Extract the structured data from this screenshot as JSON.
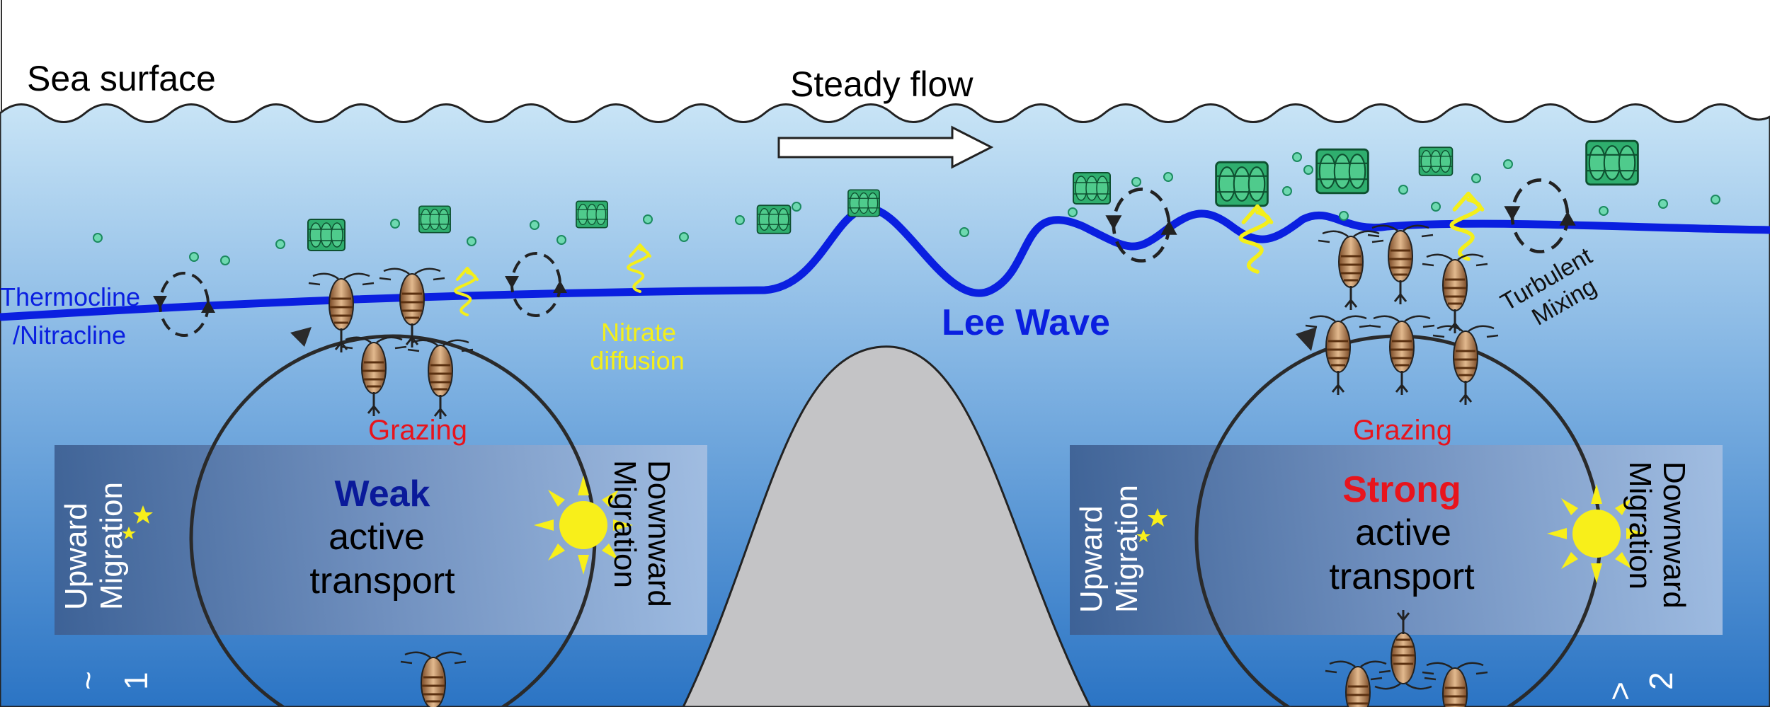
{
  "labels": {
    "sea_surface": "Sea surface",
    "steady_flow": "Steady flow",
    "thermocline_1": "Thermocline",
    "thermocline_2": "/Nitracline",
    "nitrate_1": "Nitrate",
    "nitrate_2": "diffusion",
    "lee_wave": "Lee Wave",
    "turbulent_1": "Turbulent",
    "turbulent_2": "Mixing"
  },
  "left_panel": {
    "grazing": "Grazing",
    "strength": "Weak",
    "line2": "active",
    "line3": "transport",
    "upward_1": "Upward",
    "upward_2": "Migration",
    "downward_1": "Downward",
    "downward_2": "Migration",
    "ratio_prefix": "~",
    "ratio_num": "1"
  },
  "right_panel": {
    "grazing": "Grazing",
    "strength": "Strong",
    "line2": "active",
    "line3": "transport",
    "upward_1": "Upward",
    "upward_2": "Migration",
    "downward_1": "Downward",
    "downward_2": "Migration",
    "ratio_prefix": ">",
    "ratio_num": "2"
  },
  "colors": {
    "thermocline": "#0a1fe0",
    "weak": "#0a1a9a",
    "strong": "#e8141c",
    "grazing": "#e8141c",
    "nitrate": "#f4ef1a",
    "seamount": "#c4c4c6",
    "diatom": "#2fae6e"
  }
}
